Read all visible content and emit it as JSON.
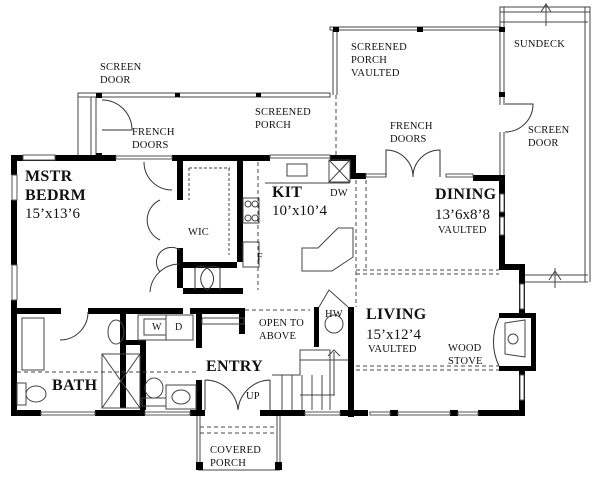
{
  "plan": {
    "type": "floor-plan",
    "colors": {
      "wall": "#000000",
      "line": "#333333",
      "background": "#ffffff"
    },
    "rooms": [
      {
        "id": "mstr-bedrm",
        "name": "MSTR\nBEDRM",
        "size": "15’x13’6"
      },
      {
        "id": "kit",
        "name": "KIT",
        "size": "10’x10’4"
      },
      {
        "id": "dining",
        "name": "DINING",
        "size": "13’6x8’8",
        "note": "VAULTED"
      },
      {
        "id": "living",
        "name": "LIVING",
        "size": "15’x12’4",
        "note": "VAULTED"
      },
      {
        "id": "entry",
        "name": "ENTRY"
      },
      {
        "id": "bath",
        "name": "BATH"
      }
    ],
    "labels": {
      "screen_door_left": "SCREEN\nDOOR",
      "french_doors_left": "FRENCH\nDOORS",
      "screened_porch": "SCREENED\nPORCH",
      "screened_porch_vaulted": "SCREENED\nPORCH\nVAULTED",
      "french_doors_right": "FRENCH\nDOORS",
      "sundeck": "SUNDECK",
      "screen_door_right": "SCREEN\nDOOR",
      "wic": "WIC",
      "dw": "DW",
      "f": "F",
      "w": "W",
      "d": "D",
      "open_to_above": "OPEN TO\nABOVE",
      "hw": "HW",
      "up": "UP",
      "wood_stove": "WOOD\nSTOVE",
      "covered_porch": "COVERED\nPORCH"
    }
  }
}
